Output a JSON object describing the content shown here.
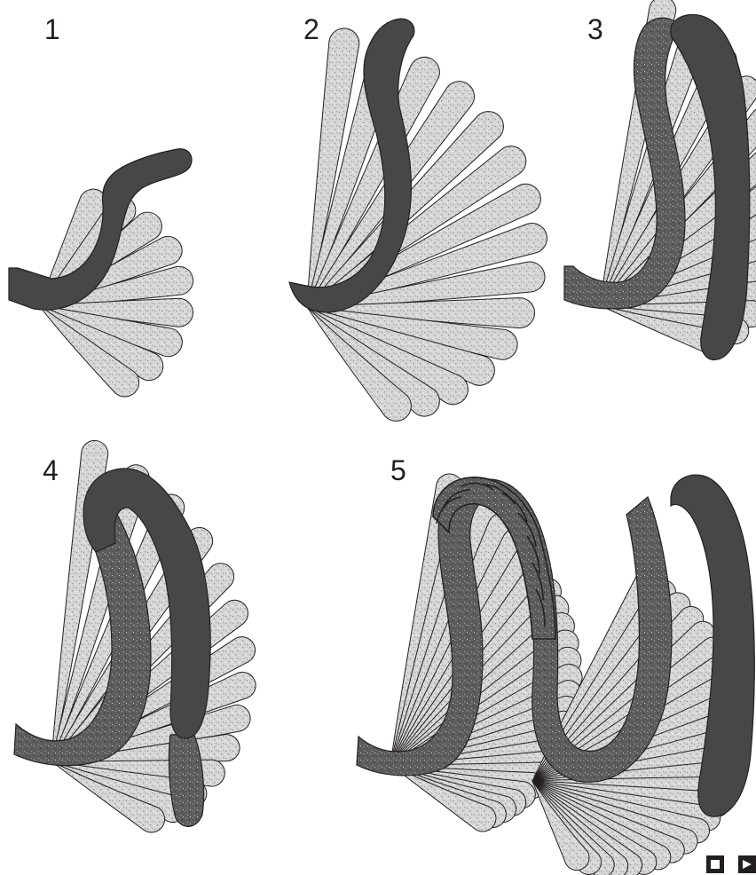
{
  "diagram": {
    "stages": [
      {
        "id": "1",
        "label": "1",
        "lobes": 9
      },
      {
        "id": "2",
        "label": "2",
        "lobes": 15
      },
      {
        "id": "3",
        "label": "3",
        "lobes": 14
      },
      {
        "id": "4",
        "label": "4",
        "lobes": 14
      },
      {
        "id": "5",
        "label": "5",
        "lobes": 26
      }
    ]
  },
  "colors": {
    "background": "#ffffff",
    "dark_band": "#474747",
    "mid_band": "#5e5e5e",
    "light_fill": "#d4d4d4",
    "outline": "#231f20"
  },
  "icons": [
    "stop-icon",
    "play-icon"
  ]
}
